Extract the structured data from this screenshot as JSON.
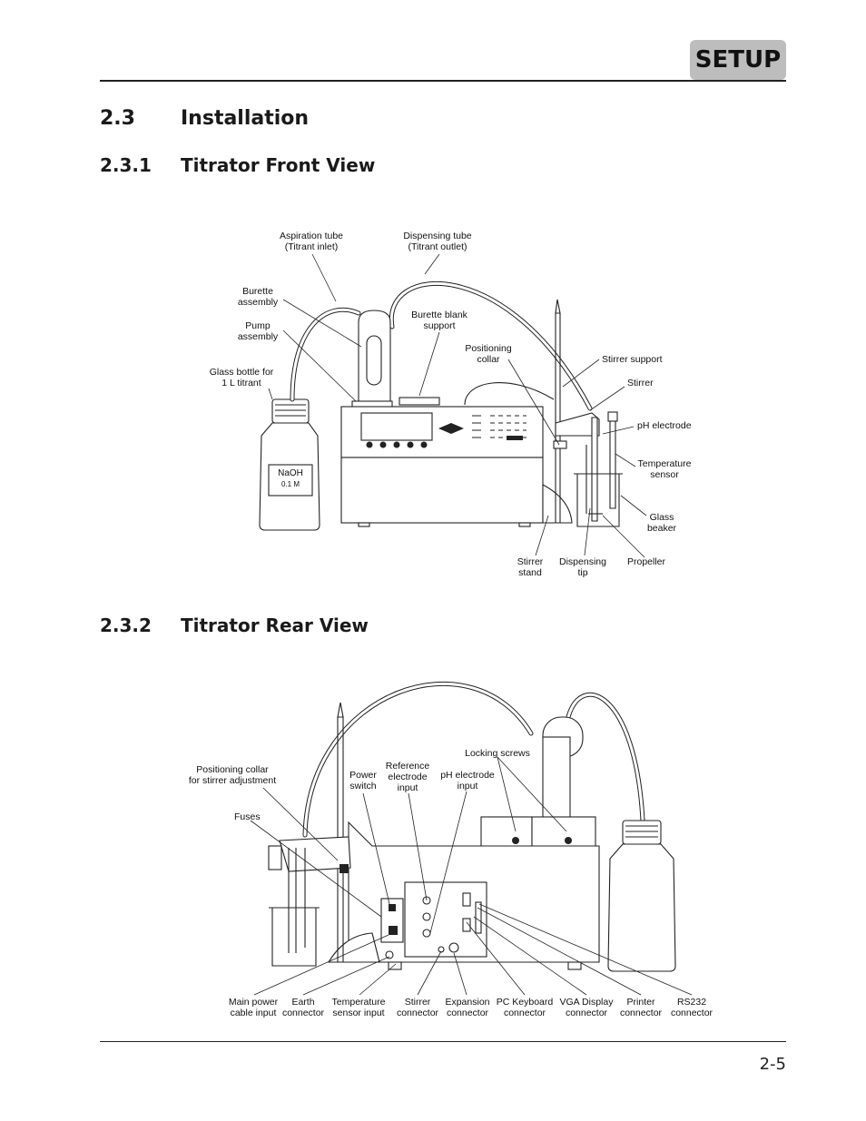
{
  "header": {
    "tab_label": "SETUP"
  },
  "sections": {
    "installation": {
      "number": "2.3",
      "title": "Installation"
    },
    "front_view": {
      "number": "2.3.1",
      "title": "Titrator Front View"
    },
    "rear_view": {
      "number": "2.3.2",
      "title": "Titrator Rear View"
    }
  },
  "front_labels": {
    "aspiration_1": "Aspiration tube",
    "aspiration_2": "(Titrant inlet)",
    "dispensing_tube_1": "Dispensing tube",
    "dispensing_tube_2": "(Titrant outlet)",
    "burette_1": "Burette",
    "burette_2": "assembly",
    "pump_1": "Pump",
    "pump_2": "assembly",
    "blank_1": "Burette blank",
    "blank_2": "support",
    "positioning_1": "Positioning",
    "positioning_2": "collar",
    "stirrer_support": "Stirrer support",
    "stirrer": "Stirrer",
    "glass_bottle_1": "Glass bottle for",
    "glass_bottle_2": "1 L  titrant",
    "ph_electrode": "pH electrode",
    "temperature_1": "Temperature",
    "temperature_2": "sensor",
    "glass_beaker_1": "Glass",
    "glass_beaker_2": "beaker",
    "stirrer_stand_1": "Stirrer",
    "stirrer_stand_2": "stand",
    "dispensing_tip_1": "Dispensing",
    "dispensing_tip_2": "tip",
    "propeller": "Propeller",
    "bottle_label_1": "NaOH",
    "bottle_label_2": "0.1 M"
  },
  "rear_labels": {
    "collar_1": "Positioning collar",
    "collar_2": "for stirrer adjustment",
    "fuses": "Fuses",
    "power_1": "Power",
    "power_2": "switch",
    "reference_1": "Reference",
    "reference_2": "electrode",
    "reference_3": "input",
    "ph_1": "pH  electrode",
    "ph_2": "input",
    "locking": "Locking screws",
    "main_power_1": "Main power",
    "main_power_2": "cable input",
    "earth_1": "Earth",
    "earth_2": "connector",
    "temp_1": "Temperature",
    "temp_2": "sensor input",
    "stirrer_1": "Stirrer",
    "stirrer_2": "connector",
    "expansion_1": "Expansion",
    "expansion_2": "connector",
    "pc_1": "PC Keyboard",
    "pc_2": "connector",
    "vga_1": "VGA Display",
    "vga_2": "connector",
    "printer_1": "Printer",
    "printer_2": "connector",
    "rs232_1": "RS232",
    "rs232_2": "connector"
  },
  "footer": {
    "page_number": "2-5"
  }
}
